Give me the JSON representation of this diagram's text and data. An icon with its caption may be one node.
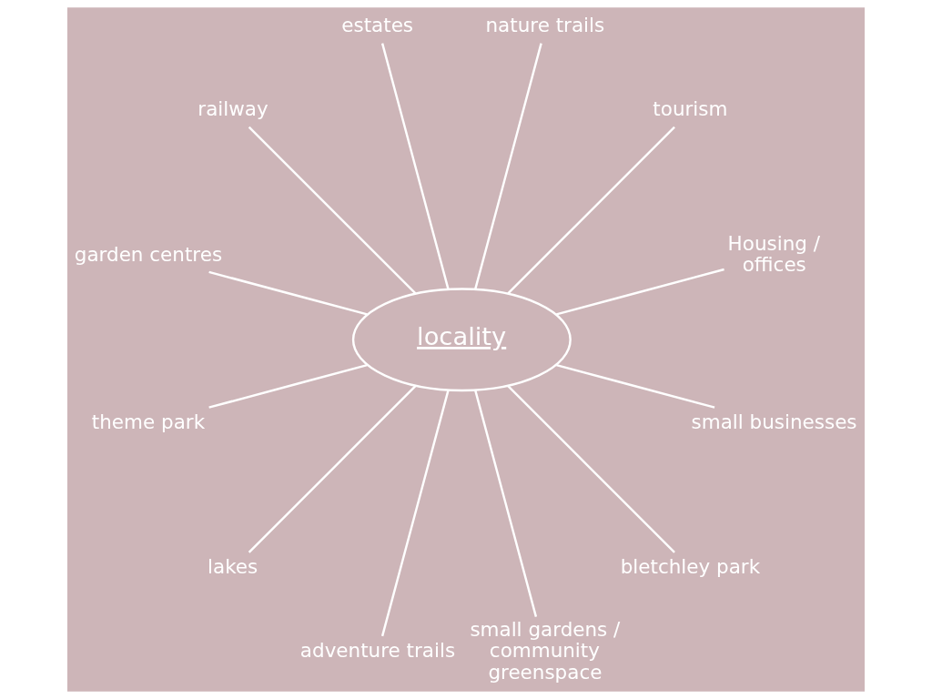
{
  "diagram": {
    "nodes": [
      {
        "text": [
          "locality"
        ]
      },
      {
        "text": [
          "estates"
        ]
      },
      {
        "text": [
          "nature trails"
        ]
      },
      {
        "text": [
          "railway"
        ]
      },
      {
        "text": [
          "tourism"
        ]
      },
      {
        "text": [
          "garden centres"
        ]
      },
      {
        "text": [
          "Housing / offices"
        ]
      },
      {
        "text": [
          "theme park"
        ]
      },
      {
        "text": [
          "small businesses"
        ]
      },
      {
        "text": [
          "lakes"
        ]
      },
      {
        "text": [
          "bletchley park"
        ]
      },
      {
        "text": [
          "adventure trails"
        ]
      },
      {
        "text": [
          "small gardens / community greenspace"
        ]
      }
    ],
    "edges": [
      {
        "from": 0,
        "to": 6,
        "arrow": "none"
      },
      {
        "from": 0,
        "to": 4,
        "arrow": "none"
      },
      {
        "from": 0,
        "to": 2,
        "arrow": "none"
      },
      {
        "from": 0,
        "to": 1,
        "arrow": "none"
      },
      {
        "from": 0,
        "to": 3,
        "arrow": "none"
      },
      {
        "from": 0,
        "to": 5,
        "arrow": "none"
      },
      {
        "from": 0,
        "to": 7,
        "arrow": "none"
      },
      {
        "from": 0,
        "to": 9,
        "arrow": "none"
      },
      {
        "from": 0,
        "to": 11,
        "arrow": "none"
      },
      {
        "from": 0,
        "to": 12,
        "arrow": "none"
      },
      {
        "from": 0,
        "to": 10,
        "arrow": "none"
      },
      {
        "from": 0,
        "to": 8,
        "arrow": "none"
      }
    ]
  }
}
